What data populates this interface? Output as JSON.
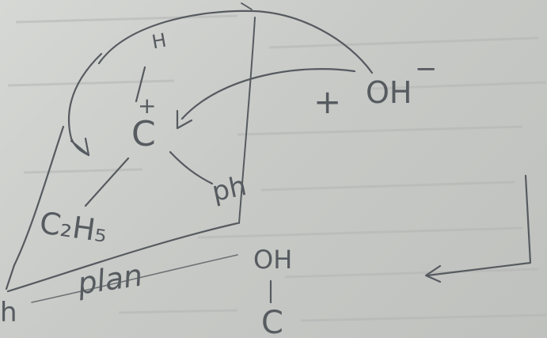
{
  "photo": {
    "ink_color": "#565b60",
    "paper_color": "#cfd1ce"
  },
  "labels": {
    "hydrogen": "H",
    "carbocation_charge": "+",
    "carbon": "C",
    "phenyl": "ph",
    "ethyl": "C₂H₅",
    "plus_sign": "+",
    "hydroxide": "OH",
    "hydroxide_charge": "−",
    "plane_label": "plan",
    "product_oh": "OH",
    "product_c": "C",
    "corner_label": "h"
  }
}
